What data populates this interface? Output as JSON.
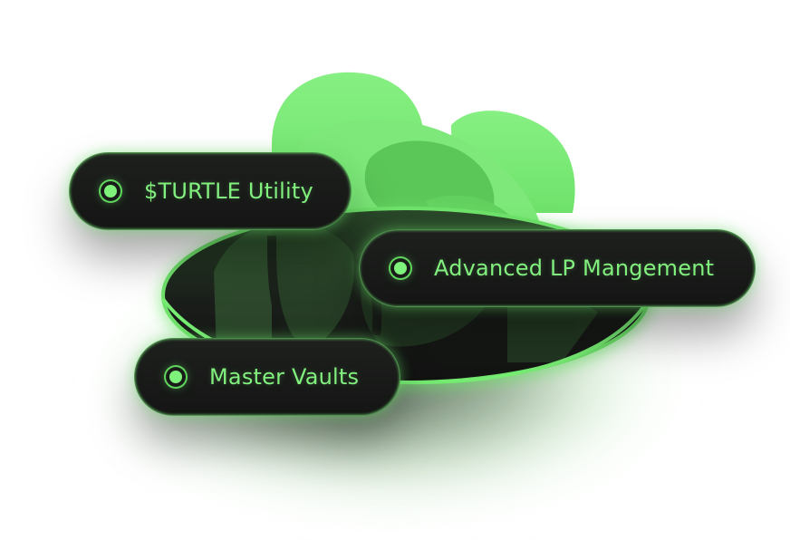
{
  "features": [
    {
      "label": "$TURTLE Utility"
    },
    {
      "label": "Advanced LP Mangement"
    },
    {
      "label": "Master Vaults"
    }
  ],
  "icons": {
    "bullet": "glowing-dot-icon",
    "illustration": "turtle-emblem"
  },
  "colors": {
    "accent": "#7ef27a",
    "pill_background": "#181918",
    "text": "#82f07e"
  }
}
